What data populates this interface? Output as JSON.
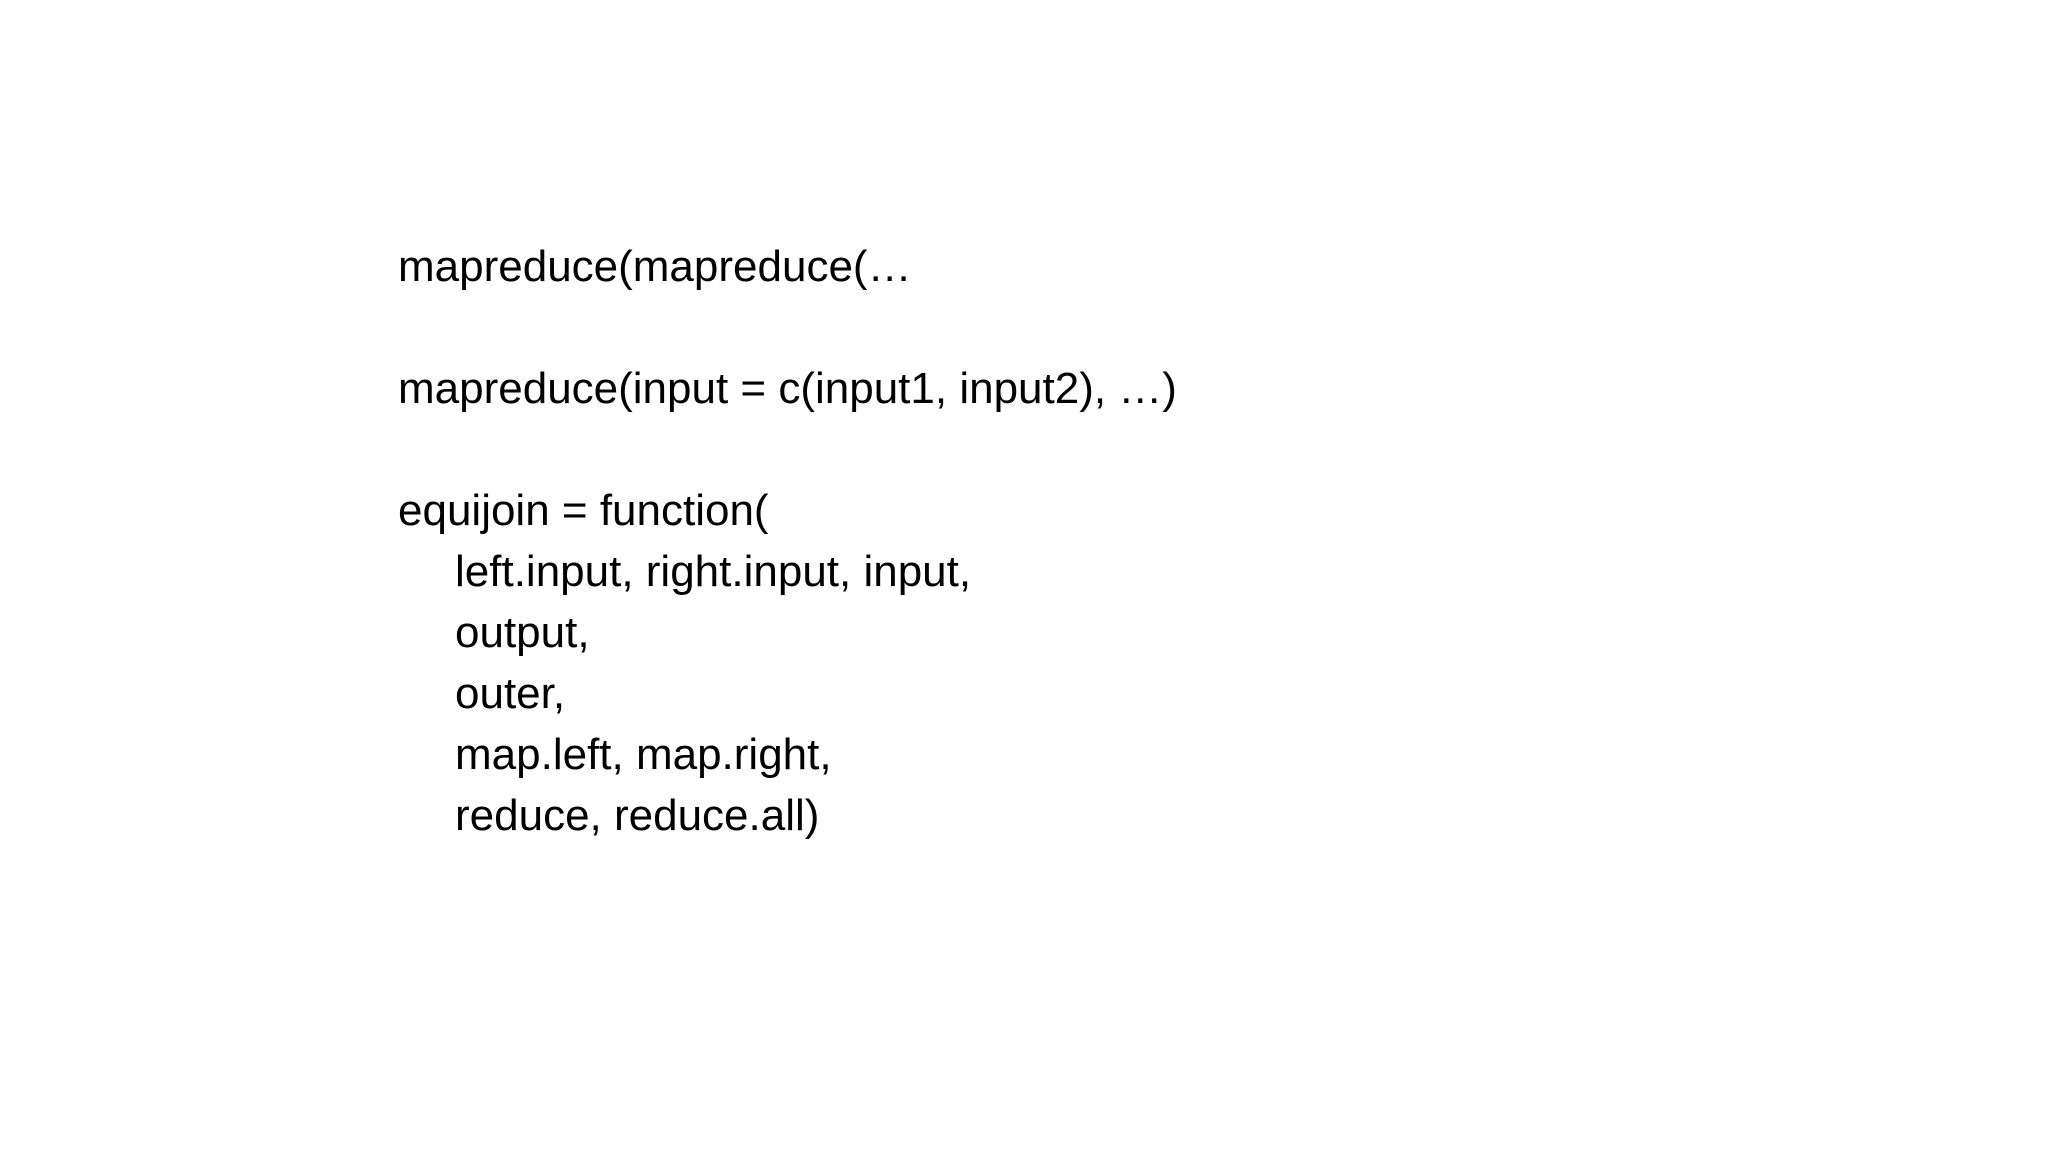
{
  "slide": {
    "background_color": "#ffffff",
    "text_color": "#000000",
    "code_lines": [
      {
        "text": "mapreduce(mapreduce(…",
        "indent": 0,
        "blank_after": true
      },
      {
        "text": "mapreduce(input = c(input1, input2), …)",
        "indent": 0,
        "blank_after": true
      },
      {
        "text": "equijoin = function(",
        "indent": 0,
        "blank_after": false
      },
      {
        "text": "left.input, right.input, input,",
        "indent": 1,
        "blank_after": false
      },
      {
        "text": "output,",
        "indent": 1,
        "blank_after": false
      },
      {
        "text": "outer,",
        "indent": 1,
        "blank_after": false
      },
      {
        "text": "map.left, map.right,",
        "indent": 1,
        "blank_after": false
      },
      {
        "text": "reduce, reduce.all)",
        "indent": 1,
        "blank_after": false
      }
    ]
  }
}
